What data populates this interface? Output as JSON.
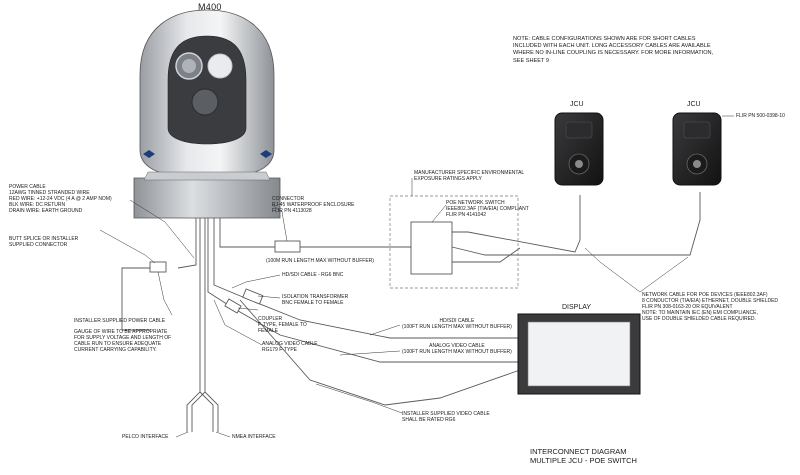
{
  "camera": {
    "model": "M400"
  },
  "note": {
    "lines": [
      "NOTE: CABLE CONFIGURATIONS SHOWN ARE FOR SHORT CABLES",
      "INCLUDED WITH EACH UNIT. LONG ACCESSORY CABLES ARE AVAILABLE",
      "WHERE NO IN-LINE COUPLING IS NECESSARY. FOR MORE INFORMATION,",
      "SEE SHEET 9"
    ]
  },
  "jcu": {
    "left_label": "JCU",
    "right_label": "JCU",
    "part_number": "FLIR PN 500-0398-10"
  },
  "display": {
    "label": "DISPLAY"
  },
  "labels": {
    "power_cable": [
      "POWER CABLE",
      "12AWG TINNED STRANDED WIRE",
      "RED WIRE: +12-24 VDC (4 A @ 2 AMP NOM)",
      "BLK WIRE: DC RETURN",
      "DRAIN WIRE: EARTH GROUND"
    ],
    "butt_splice": [
      "BUTT SPLICE OR INSTALLER",
      "SUPPLIED CONNECTOR"
    ],
    "connector": [
      "CONNECTOR",
      "RJ-45 WATERPROOF ENCLOSURE",
      "FLIR PN 4113028"
    ],
    "manufacturer": [
      "MANUFACTURER SPECIFIC ENVIRONMENTAL",
      "EXPOSURE RATINGS APPLY"
    ],
    "poe_switch": [
      "POE NETWORK SWITCH",
      "IEEE802.3AF (TIA/EIA) COMPLIANT",
      "FLIR PN 4141042"
    ],
    "run_length_100m": "(100M RUN LENGTH MAX WITHOUT BUFFER)",
    "hd_sdi_rg6": "HD/SDI CABLE - RG6 BNC",
    "isolation": [
      "ISOLATION TRANSFORMER",
      "BNC FEMALE TO FEMALE"
    ],
    "installer_power": "INSTALLER SUPPLIED POWER CABLE",
    "gauge": [
      "GAUGE OF WIRE TO BE APPROPRIATE",
      "FOR SUPPLY VOLTAGE AND LENGTH OF",
      "CABLE RUN TO ENSURE ADEQUATE",
      "CURRENT CARRYING CAPABILITY."
    ],
    "hd_sdi_cable": [
      "HD/SDI CABLE",
      "(100FT RUN LENGTH MAX WITHOUT BUFFER)"
    ],
    "analog_video_cable": [
      "ANALOG VIDEO CABLE",
      "(100FT RUN LENGTH MAX WITHOUT BUFFER)"
    ],
    "coupler": [
      "COUPLER",
      "F-TYPE, FEMALE TO",
      "FEMALE"
    ],
    "analog_rg179": [
      "ANALOG VIDEO CABLE",
      "RG179 F-TYPE"
    ],
    "installer_video": [
      "INSTALLER SUPPLIED VIDEO CABLE",
      "SHALL BE RATED RG6"
    ],
    "network_cable": [
      "NETWORK CABLE FOR POE DEVICES (IEEE802.3AF)",
      "8 CONDUCTOR (TIA/EIA) ETHERNET, DOUBLE SHIELDED",
      "FLIR PN 308-0163-20 OR EQUIVALENT",
      "NOTE: TO MAINTAIN IEC (EN) EMI COMPLIANCE,",
      "USE OF DOUBLE SHIELDED CABLE REQUIRED."
    ],
    "pelco": "PELCO INTERFACE",
    "nmea": "NMEA INTERFACE"
  },
  "diagram_title": [
    "INTERCONNECT DIAGRAM",
    "MULTIPLE JCU - POE SWITCH"
  ]
}
